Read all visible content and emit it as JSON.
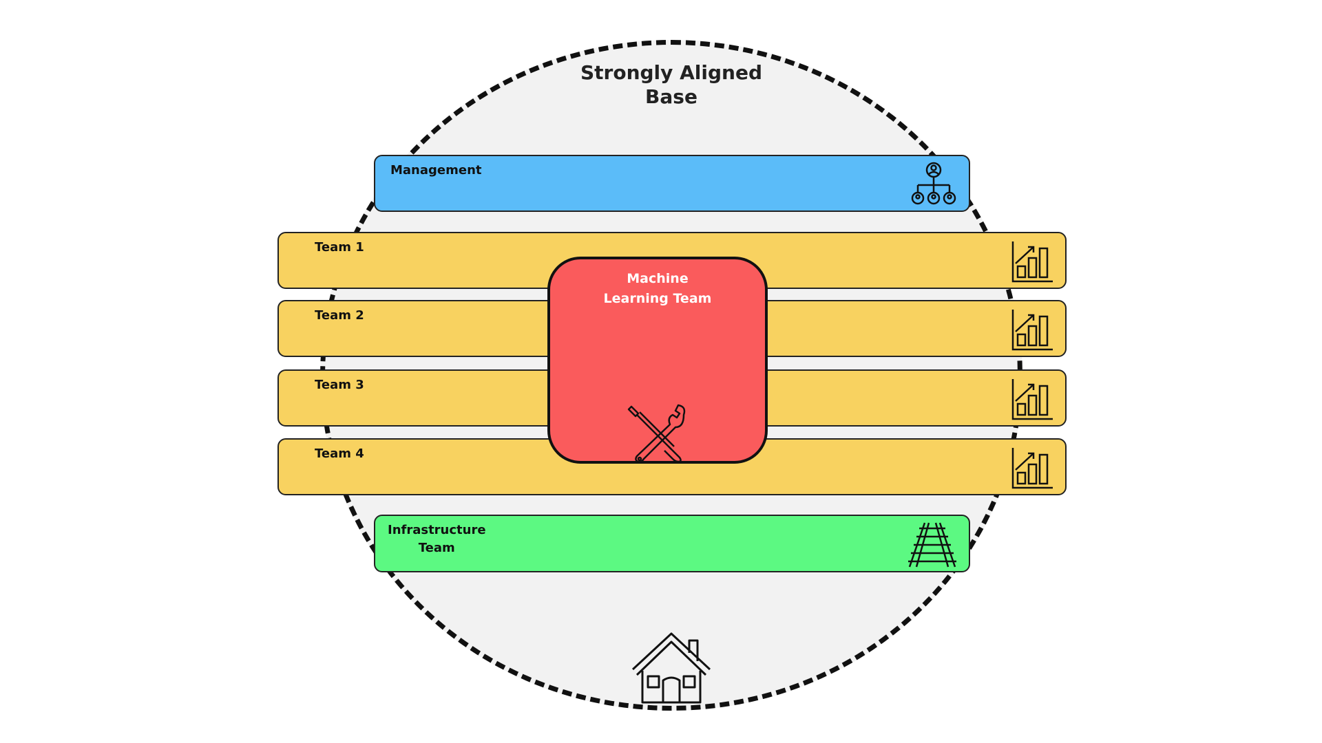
{
  "diagram": {
    "base_title": "Strongly Aligned\nBase",
    "management": {
      "label": "Management",
      "icon": "org-chart-icon"
    },
    "teams": [
      {
        "label": "Team 1",
        "icon": "growth-chart-icon"
      },
      {
        "label": "Team 2",
        "icon": "growth-chart-icon"
      },
      {
        "label": "Team 3",
        "icon": "growth-chart-icon"
      },
      {
        "label": "Team 4",
        "icon": "growth-chart-icon"
      }
    ],
    "ml_team": {
      "label": "Machine\nLearning Team",
      "icon": "tools-icon"
    },
    "infrastructure": {
      "label": "Infrastructure\nTeam",
      "icon": "railway-track-icon"
    },
    "base_icon": "house-icon",
    "colors": {
      "management": "#5bbcf9",
      "teams": "#f8d260",
      "ml_team": "#fa5b5c",
      "infrastructure": "#5cf982",
      "base": "#f2f2f2"
    }
  }
}
